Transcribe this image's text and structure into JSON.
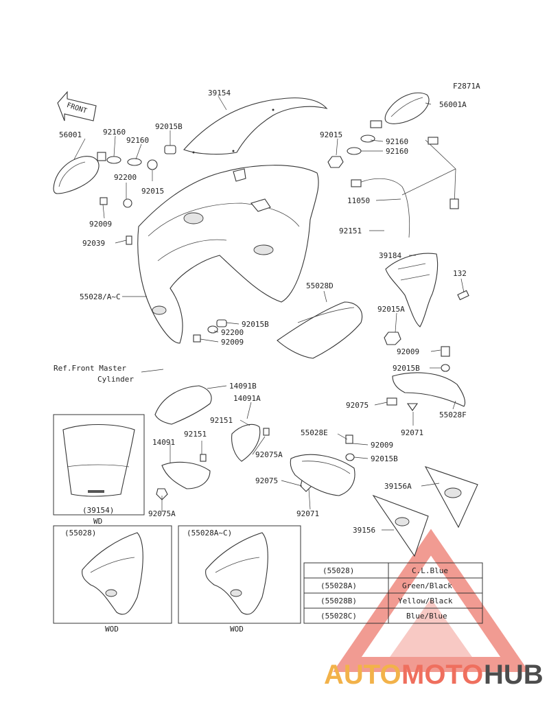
{
  "figure_code": "F2871A",
  "front_label": "FRONT",
  "labels": {
    "l39154": "39154",
    "l56001A": "56001A",
    "l56001": "56001",
    "l92160a": "92160",
    "l92160b": "92160",
    "l92015Bt": "92015B",
    "l92015t": "92015",
    "l92160c": "92160",
    "l92160d": "92160",
    "l92200a": "92200",
    "l92015s": "92015",
    "l11050": "11050",
    "l92009a": "92009",
    "l92151a": "92151",
    "l92039": "92039",
    "l39184": "39184",
    "l132": "132",
    "l55028AC": "55028/A~C",
    "l55028D": "55028D",
    "l92015A": "92015A",
    "l92015Bm": "92015B",
    "l92200b": "92200",
    "l92009b": "92009",
    "l92009c": "92009",
    "l92015Bc": "92015B",
    "lRef1": "Ref.Front Master",
    "lRef2": "Cylinder",
    "l14091B": "14091B",
    "l14091A": "14091A",
    "l92075a": "92075",
    "l55028F": "55028F",
    "l92151b": "92151",
    "l92071a": "92071",
    "l92151c": "92151",
    "l14091": "14091",
    "l92075A": "92075A",
    "l55028E": "55028E",
    "l92009d": "92009",
    "l92015Bd": "92015B",
    "l92075b": "92075",
    "l92075Ab": "92075A",
    "l92071b": "92071",
    "l39156A": "39156A",
    "l39156": "39156"
  },
  "insets": {
    "windshield_caption": "(39154)",
    "windshield_tag": "WD",
    "cowl_left_caption": "(55028)",
    "cowl_left_tag": "WOD",
    "cowl_right_caption": "(55028A~C)",
    "cowl_right_tag": "WOD"
  },
  "color_table": [
    {
      "part": "(55028)",
      "color": "C.L.Blue"
    },
    {
      "part": "(55028A)",
      "color": "Green/Black"
    },
    {
      "part": "(55028B)",
      "color": "Yellow/Black"
    },
    {
      "part": "(55028C)",
      "color": "Blue/Blue"
    }
  ],
  "watermark": {
    "auto": "AUTO",
    "moto": "MOTO",
    "hub": "HUB",
    "colors": {
      "auto": "#f2b24a",
      "moto": "#ef6f5e",
      "hub": "#4d4d4d",
      "triangle": "#ef8a80"
    }
  }
}
